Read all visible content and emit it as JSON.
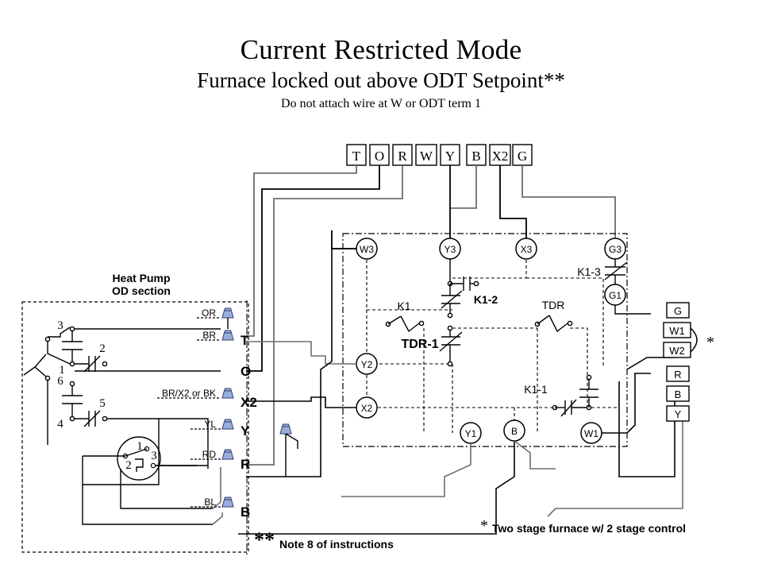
{
  "title": {
    "line1": "Current Restricted Mode",
    "line2": "Furnace locked out above ODT Setpoint**",
    "line3": "Do not attach wire at W or ODT term 1"
  },
  "thermostat_strip": {
    "name": "thermostat-terminal-strip",
    "terminals": [
      "T",
      "O",
      "R",
      "W",
      "Y",
      "B",
      "X2",
      "G"
    ]
  },
  "heat_pump": {
    "label_line1": "Heat Pump",
    "label_line2": "OD section",
    "switch_contacts": [
      "3",
      "2",
      "1",
      "6",
      "5",
      "4"
    ],
    "rotary_pins": [
      "1",
      "2",
      "3"
    ],
    "wire_nuts": [
      {
        "wire": "OR",
        "terminal": ""
      },
      {
        "wire": "BR",
        "terminal": "T"
      },
      {
        "wire": "",
        "terminal": "O"
      },
      {
        "wire": "BR/X2 or BK",
        "terminal": "X2"
      },
      {
        "wire": "YL",
        "terminal": "Y"
      },
      {
        "wire": "RD",
        "terminal": "R"
      },
      {
        "wire": "BL",
        "terminal": "B"
      }
    ]
  },
  "control_box": {
    "name": "interface-control-module",
    "terminals_top": [
      "W3",
      "Y3",
      "X3",
      "G3"
    ],
    "terminal_g1": "G1",
    "terminals_left": [
      "Y2",
      "X2"
    ],
    "terminals_bottom": [
      "Y1",
      "B",
      "W1"
    ],
    "relays": [
      "K1",
      "K1-2",
      "K1-3",
      "K1-1",
      "TDR",
      "TDR-1"
    ]
  },
  "furnace_strip": {
    "name": "furnace-terminal-strip",
    "terminals": [
      "G",
      "W1",
      "W2",
      "R",
      "B",
      "Y"
    ],
    "jumper_marker": "*"
  },
  "footnotes": {
    "double_asterisk_symbol": "**",
    "double_asterisk_text": "Note 8 of instructions",
    "single_asterisk_symbol": "*",
    "single_asterisk_text": "Two stage furnace w/ 2 stage control"
  },
  "colors": {
    "wire": "#000000",
    "wire_gray": "#6e6e6e",
    "wire_nut_fill": "#9aaede",
    "wire_nut_stroke": "#2b3f6b",
    "background": "#ffffff"
  }
}
